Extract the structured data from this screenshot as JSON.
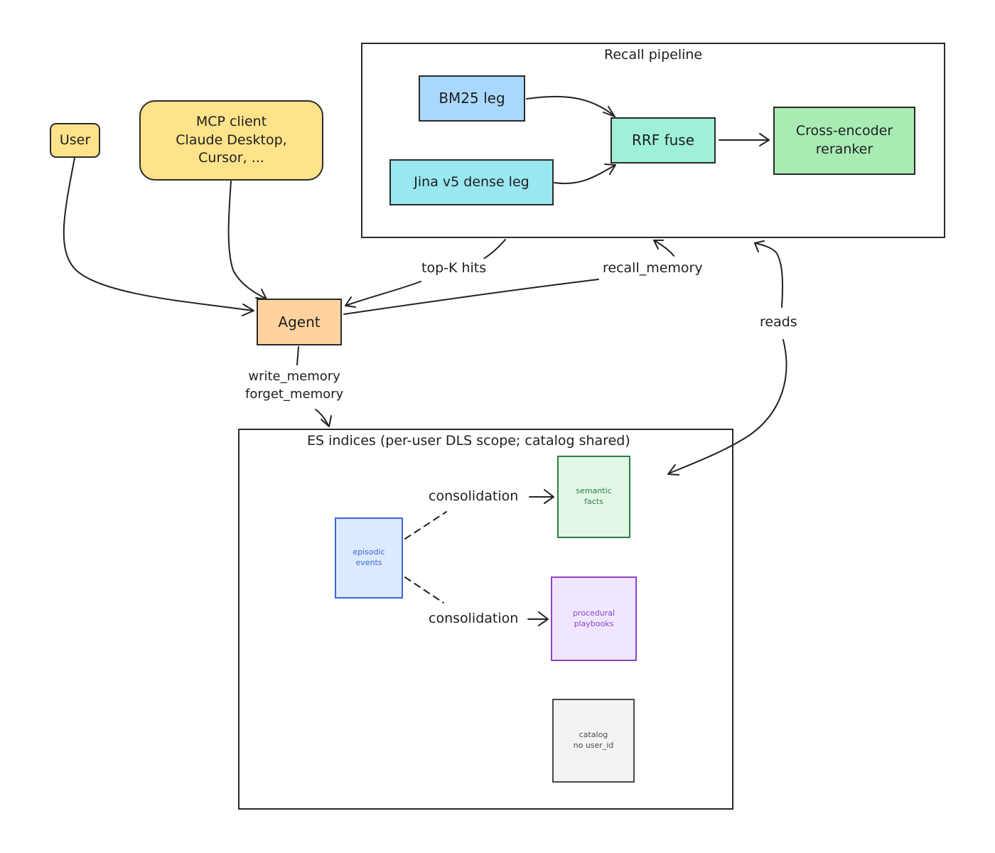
{
  "nodes": {
    "user": {
      "label": "User",
      "fill": "#ffe38a",
      "border": "#3a3a3a"
    },
    "mcp_client": {
      "label": "MCP client\nClaude Desktop,\nCursor, ...",
      "fill": "#ffe38a",
      "border": "#3a3a3a"
    },
    "agent": {
      "label": "Agent",
      "fill": "#ffd39e",
      "border": "#3a3a3a"
    },
    "bm25": {
      "label": "BM25 leg",
      "fill": "#a9d8ff",
      "border": "#3a3a3a"
    },
    "jina": {
      "label": "Jina v5 dense leg",
      "fill": "#99e7f0",
      "border": "#3a3a3a"
    },
    "rrf": {
      "label": "RRF fuse",
      "fill": "#9ef0d8",
      "border": "#3a3a3a"
    },
    "reranker": {
      "label": "Cross-encoder\nreranker",
      "fill": "#a8ecb4",
      "border": "#3a3a3a"
    },
    "semantic": {
      "label": "semantic\nfacts",
      "fill": "#e2f8e6",
      "border": "#2e7d46",
      "text_color": "#2e7d46"
    },
    "episodic": {
      "label": "episodic\nevents",
      "fill": "#dce9ff",
      "border": "#3867d6",
      "text_color": "#3867d6"
    },
    "procedural": {
      "label": "procedural\nplaybooks",
      "fill": "#f1e6ff",
      "border": "#8a45c9",
      "text_color": "#8a45c9"
    },
    "catalog": {
      "label": "catalog\nno user_id",
      "fill": "#f2f3f5",
      "border": "#4a4a4a",
      "text_color": "#4a4a4a"
    }
  },
  "groups": {
    "recall_pipeline": {
      "title": "Recall pipeline"
    },
    "es_indices": {
      "title": "ES indices (per-user DLS scope; catalog shared)"
    }
  },
  "edge_labels": {
    "top_k": "top-K hits",
    "recall_memory": "recall_memory",
    "reads": "reads",
    "write_forget": "write_memory\nforget_memory",
    "consolidation_semantic": "consolidation",
    "consolidation_procedural": "consolidation"
  }
}
